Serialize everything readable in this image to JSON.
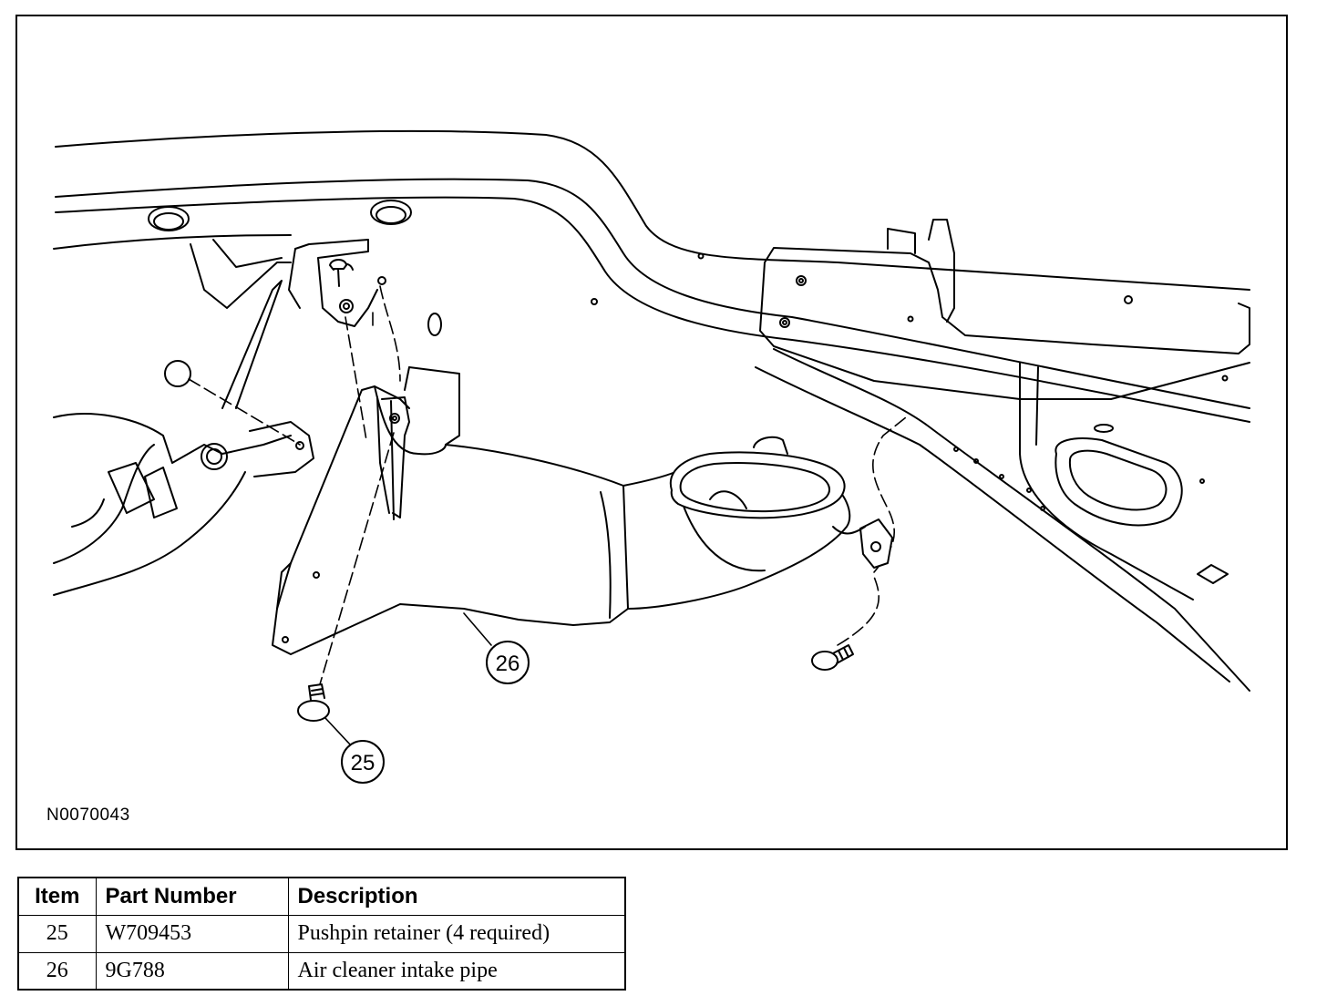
{
  "figure": {
    "id": "N0070043",
    "callouts": [
      "25",
      "26"
    ]
  },
  "parts_table": {
    "headers": [
      "Item",
      "Part Number",
      "Description"
    ],
    "rows": [
      {
        "item": "25",
        "part_number": "W709453",
        "description": "Pushpin retainer (4 required)"
      },
      {
        "item": "26",
        "part_number": "9G788",
        "description": "Air cleaner intake pipe"
      }
    ]
  }
}
